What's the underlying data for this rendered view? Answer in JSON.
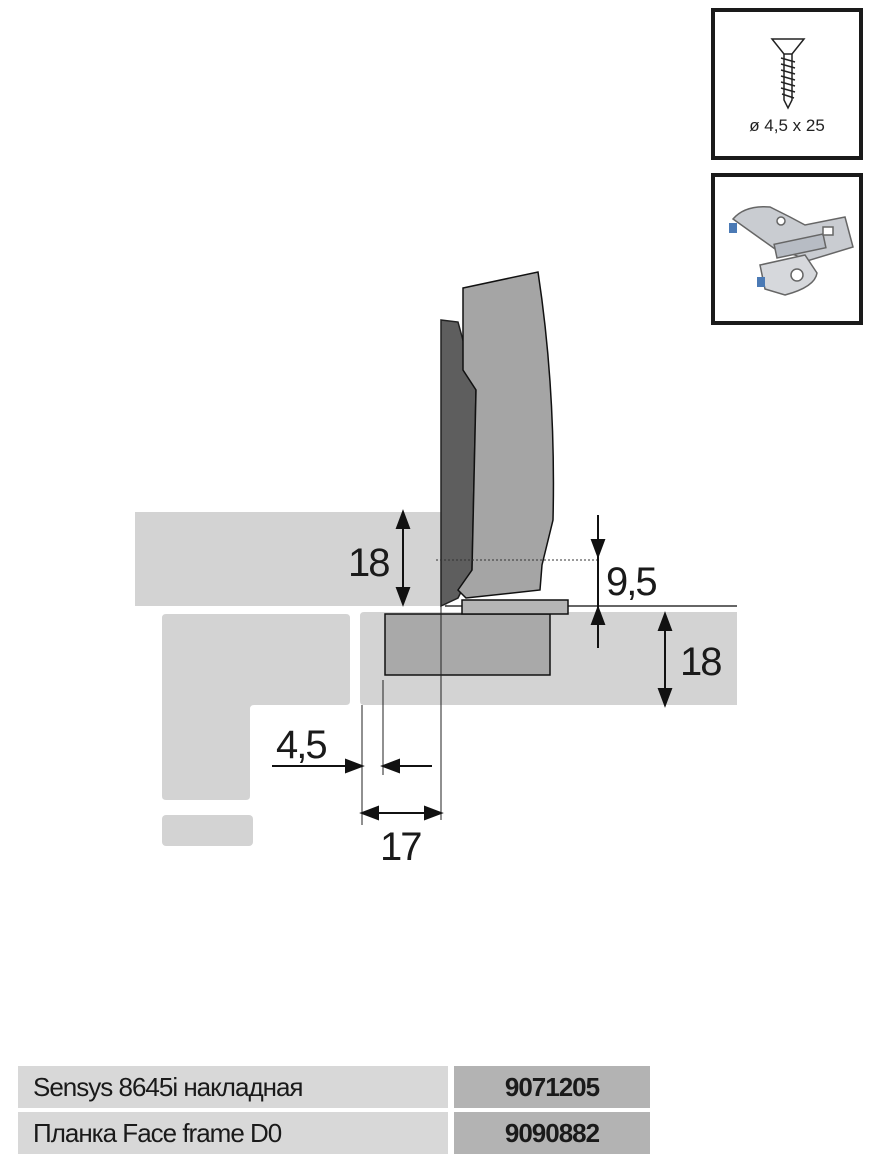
{
  "screw": {
    "label": "ø 4,5 x 25"
  },
  "dimensions": {
    "door_thickness": "18",
    "plate_offset": "9,5",
    "frame_thickness": "18",
    "gap": "4,5",
    "overlay": "17"
  },
  "parts_table": [
    {
      "name": "Sensys 8645i накладная",
      "code": "9071205"
    },
    {
      "name": "Планка Face frame D0",
      "code": "9090882"
    }
  ]
}
